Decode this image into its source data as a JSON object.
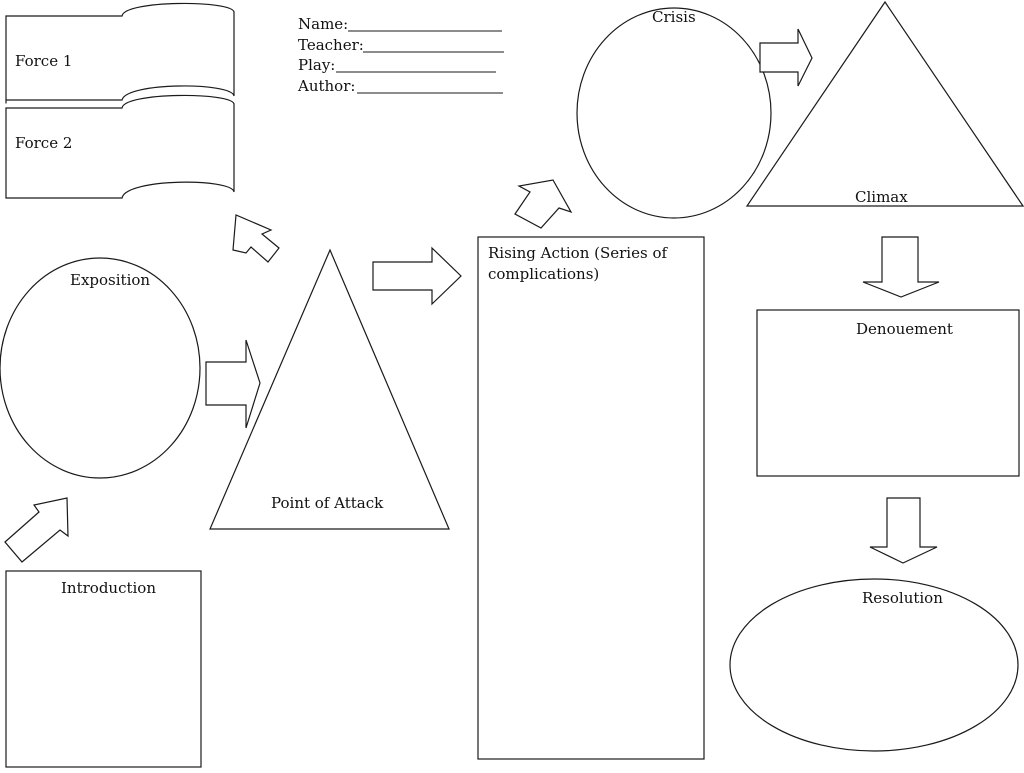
{
  "header": {
    "fields": [
      {
        "label": "Name: "
      },
      {
        "label": "Teacher: "
      },
      {
        "label": "Play: "
      },
      {
        "label": "Author: "
      }
    ]
  },
  "nodes": {
    "force1": "Force 1",
    "force2": "Force 2",
    "exposition": "Exposition",
    "introduction": "Introduction",
    "point_of_attack": "Point of Attack",
    "rising_action_line1": "Rising Action (Series of",
    "rising_action_line2": "complications)",
    "crisis": "Crisis",
    "climax": "Climax",
    "denouement": "Denouement",
    "resolution": "Resolution"
  }
}
